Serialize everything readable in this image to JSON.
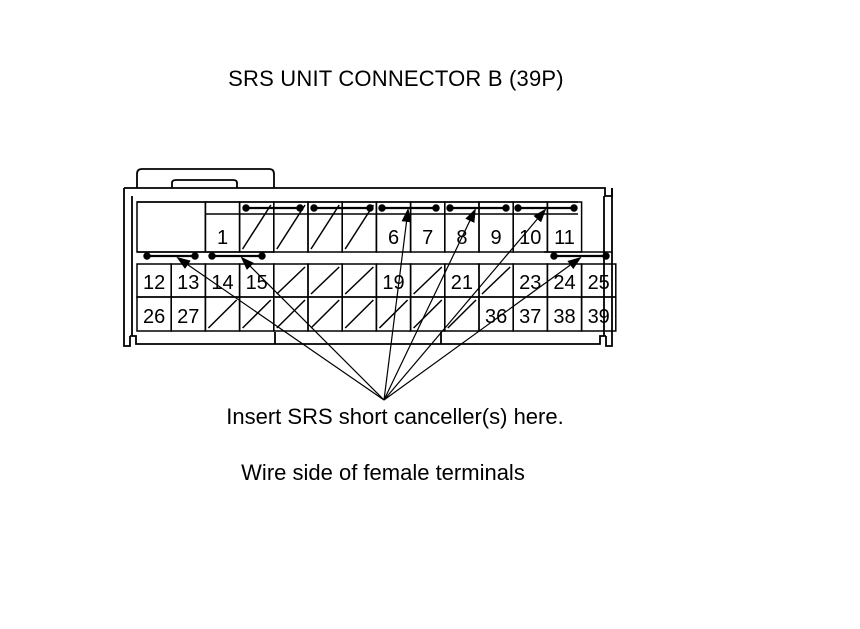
{
  "title": "SRS UNIT CONNECTOR B (39P)",
  "caption": "Insert SRS short canceller(s) here.",
  "subcaption": "Wire side of female terminals",
  "connector": {
    "pin_count": 39,
    "rows": [
      {
        "row": "top",
        "cells": [
          {
            "pin": "",
            "empty": true
          },
          {
            "pin": "1"
          },
          {
            "pin": "",
            "crossed": true
          },
          {
            "pin": "",
            "crossed": true
          },
          {
            "pin": "",
            "crossed": true
          },
          {
            "pin": "",
            "crossed": true
          },
          {
            "pin": "6"
          },
          {
            "pin": "7"
          },
          {
            "pin": "8"
          },
          {
            "pin": "9"
          },
          {
            "pin": "10"
          },
          {
            "pin": "11"
          }
        ]
      },
      {
        "row": "middle",
        "cells": [
          {
            "pin": "12"
          },
          {
            "pin": "13"
          },
          {
            "pin": "14"
          },
          {
            "pin": "15"
          },
          {
            "pin": "",
            "crossed": true
          },
          {
            "pin": "",
            "crossed": true
          },
          {
            "pin": "",
            "crossed": true
          },
          {
            "pin": "19"
          },
          {
            "pin": "",
            "crossed": true
          },
          {
            "pin": "21"
          },
          {
            "pin": "",
            "crossed": true
          },
          {
            "pin": "23"
          },
          {
            "pin": "24"
          },
          {
            "pin": "25"
          }
        ]
      },
      {
        "row": "bottom",
        "cells": [
          {
            "pin": "26"
          },
          {
            "pin": "27"
          },
          {
            "pin": "",
            "crossed": true
          },
          {
            "pin": "",
            "crossed": true
          },
          {
            "pin": "",
            "crossed": true
          },
          {
            "pin": "",
            "crossed": true
          },
          {
            "pin": "",
            "crossed": true
          },
          {
            "pin": "",
            "crossed": true
          },
          {
            "pin": "",
            "crossed": true
          },
          {
            "pin": "",
            "crossed": true
          },
          {
            "pin": "36"
          },
          {
            "pin": "37"
          },
          {
            "pin": "38"
          },
          {
            "pin": "39"
          }
        ]
      }
    ],
    "short_canceller_positions": [
      "12-13",
      "14-15",
      "6-7",
      "8-9",
      "10-11",
      "24-25"
    ]
  }
}
